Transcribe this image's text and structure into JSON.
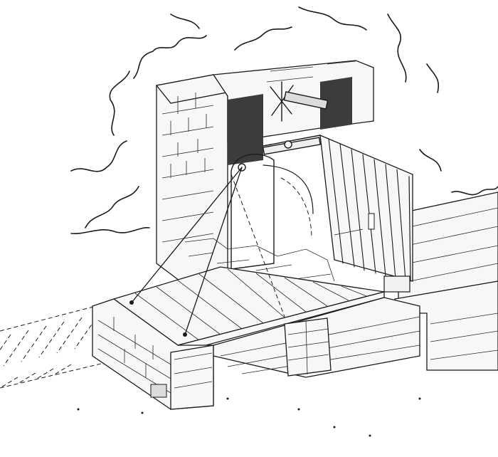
{
  "illustration": {
    "style": "pen-and-ink line drawing",
    "ink_color": "#1a1a1a",
    "paper_color": "#ffffff",
    "shade_color": "#3c3c3c"
  },
  "parts": [
    {
      "name": "gate-tower",
      "label": ""
    },
    {
      "name": "portcullis-gate",
      "label": ""
    },
    {
      "name": "drawbridge-deck",
      "label": ""
    },
    {
      "name": "windlass",
      "label": ""
    },
    {
      "name": "pulley-chains",
      "label": ""
    },
    {
      "name": "bridge-abutment",
      "label": ""
    },
    {
      "name": "approach-walkway",
      "label": ""
    },
    {
      "name": "curtain-wall",
      "label": ""
    }
  ]
}
